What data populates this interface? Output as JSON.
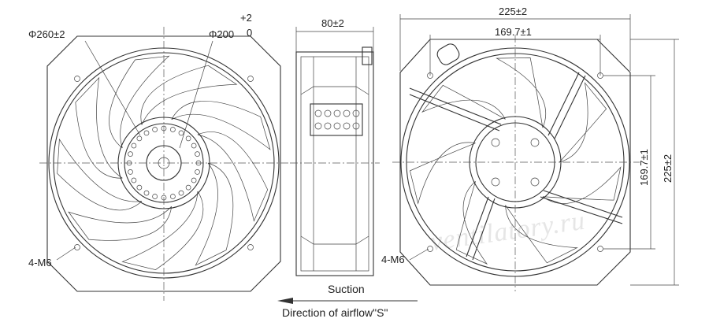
{
  "front_view": {
    "dim_outer": "Φ260±2",
    "dim_inner": "Φ200",
    "tol_upper": "+2",
    "tol_lower": "0",
    "mount": "4-M6"
  },
  "side_view": {
    "dim_depth": "80±2"
  },
  "rear_view": {
    "dim_width": "225±2",
    "dim_hole_pitch": "169.7±1",
    "dim_hole_pitch_v": "169.7±1",
    "dim_height": "225±2",
    "mount": "4-M6"
  },
  "airflow": {
    "suction": "Suction",
    "direction": "Direction of airflow\"S\""
  },
  "watermark": "ventilatory.ru"
}
